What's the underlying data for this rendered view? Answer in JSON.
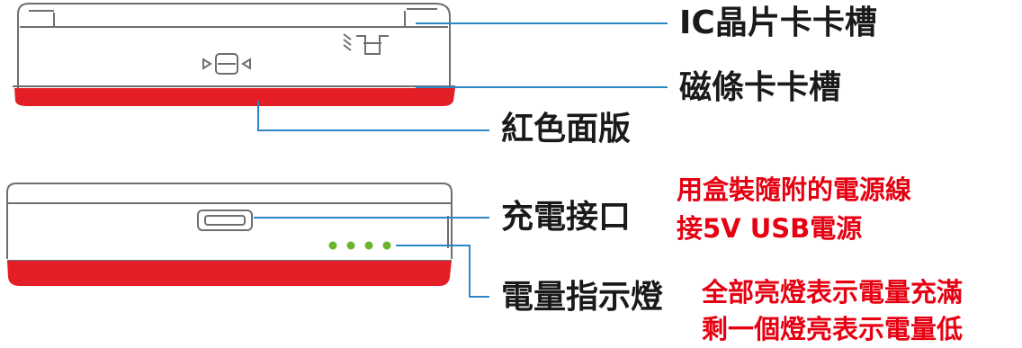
{
  "colors": {
    "red_panel": "#e41e26",
    "line_blue": "#2a86c4",
    "led_green": "#6ab42d",
    "note_red": "#e60012",
    "device_outline": "#6e6e6e"
  },
  "icons": {
    "slide_arrows": "double-arrow-icon",
    "card_insert": "card-insert-icon"
  },
  "leds": {
    "count": 4
  },
  "labels": {
    "ic_slot": "IC晶片卡卡槽",
    "mag_slot": "磁條卡卡槽",
    "red_panel": "紅色面版",
    "charge_port": "充電接口",
    "battery_indicator": "電量指示燈"
  },
  "notes": {
    "charge_line1": "用盒裝隨附的電源線",
    "charge_line2": "接5V USB電源",
    "battery_line1": "全部亮燈表示電量充滿",
    "battery_line2": "剩一個燈亮表示電量低"
  }
}
